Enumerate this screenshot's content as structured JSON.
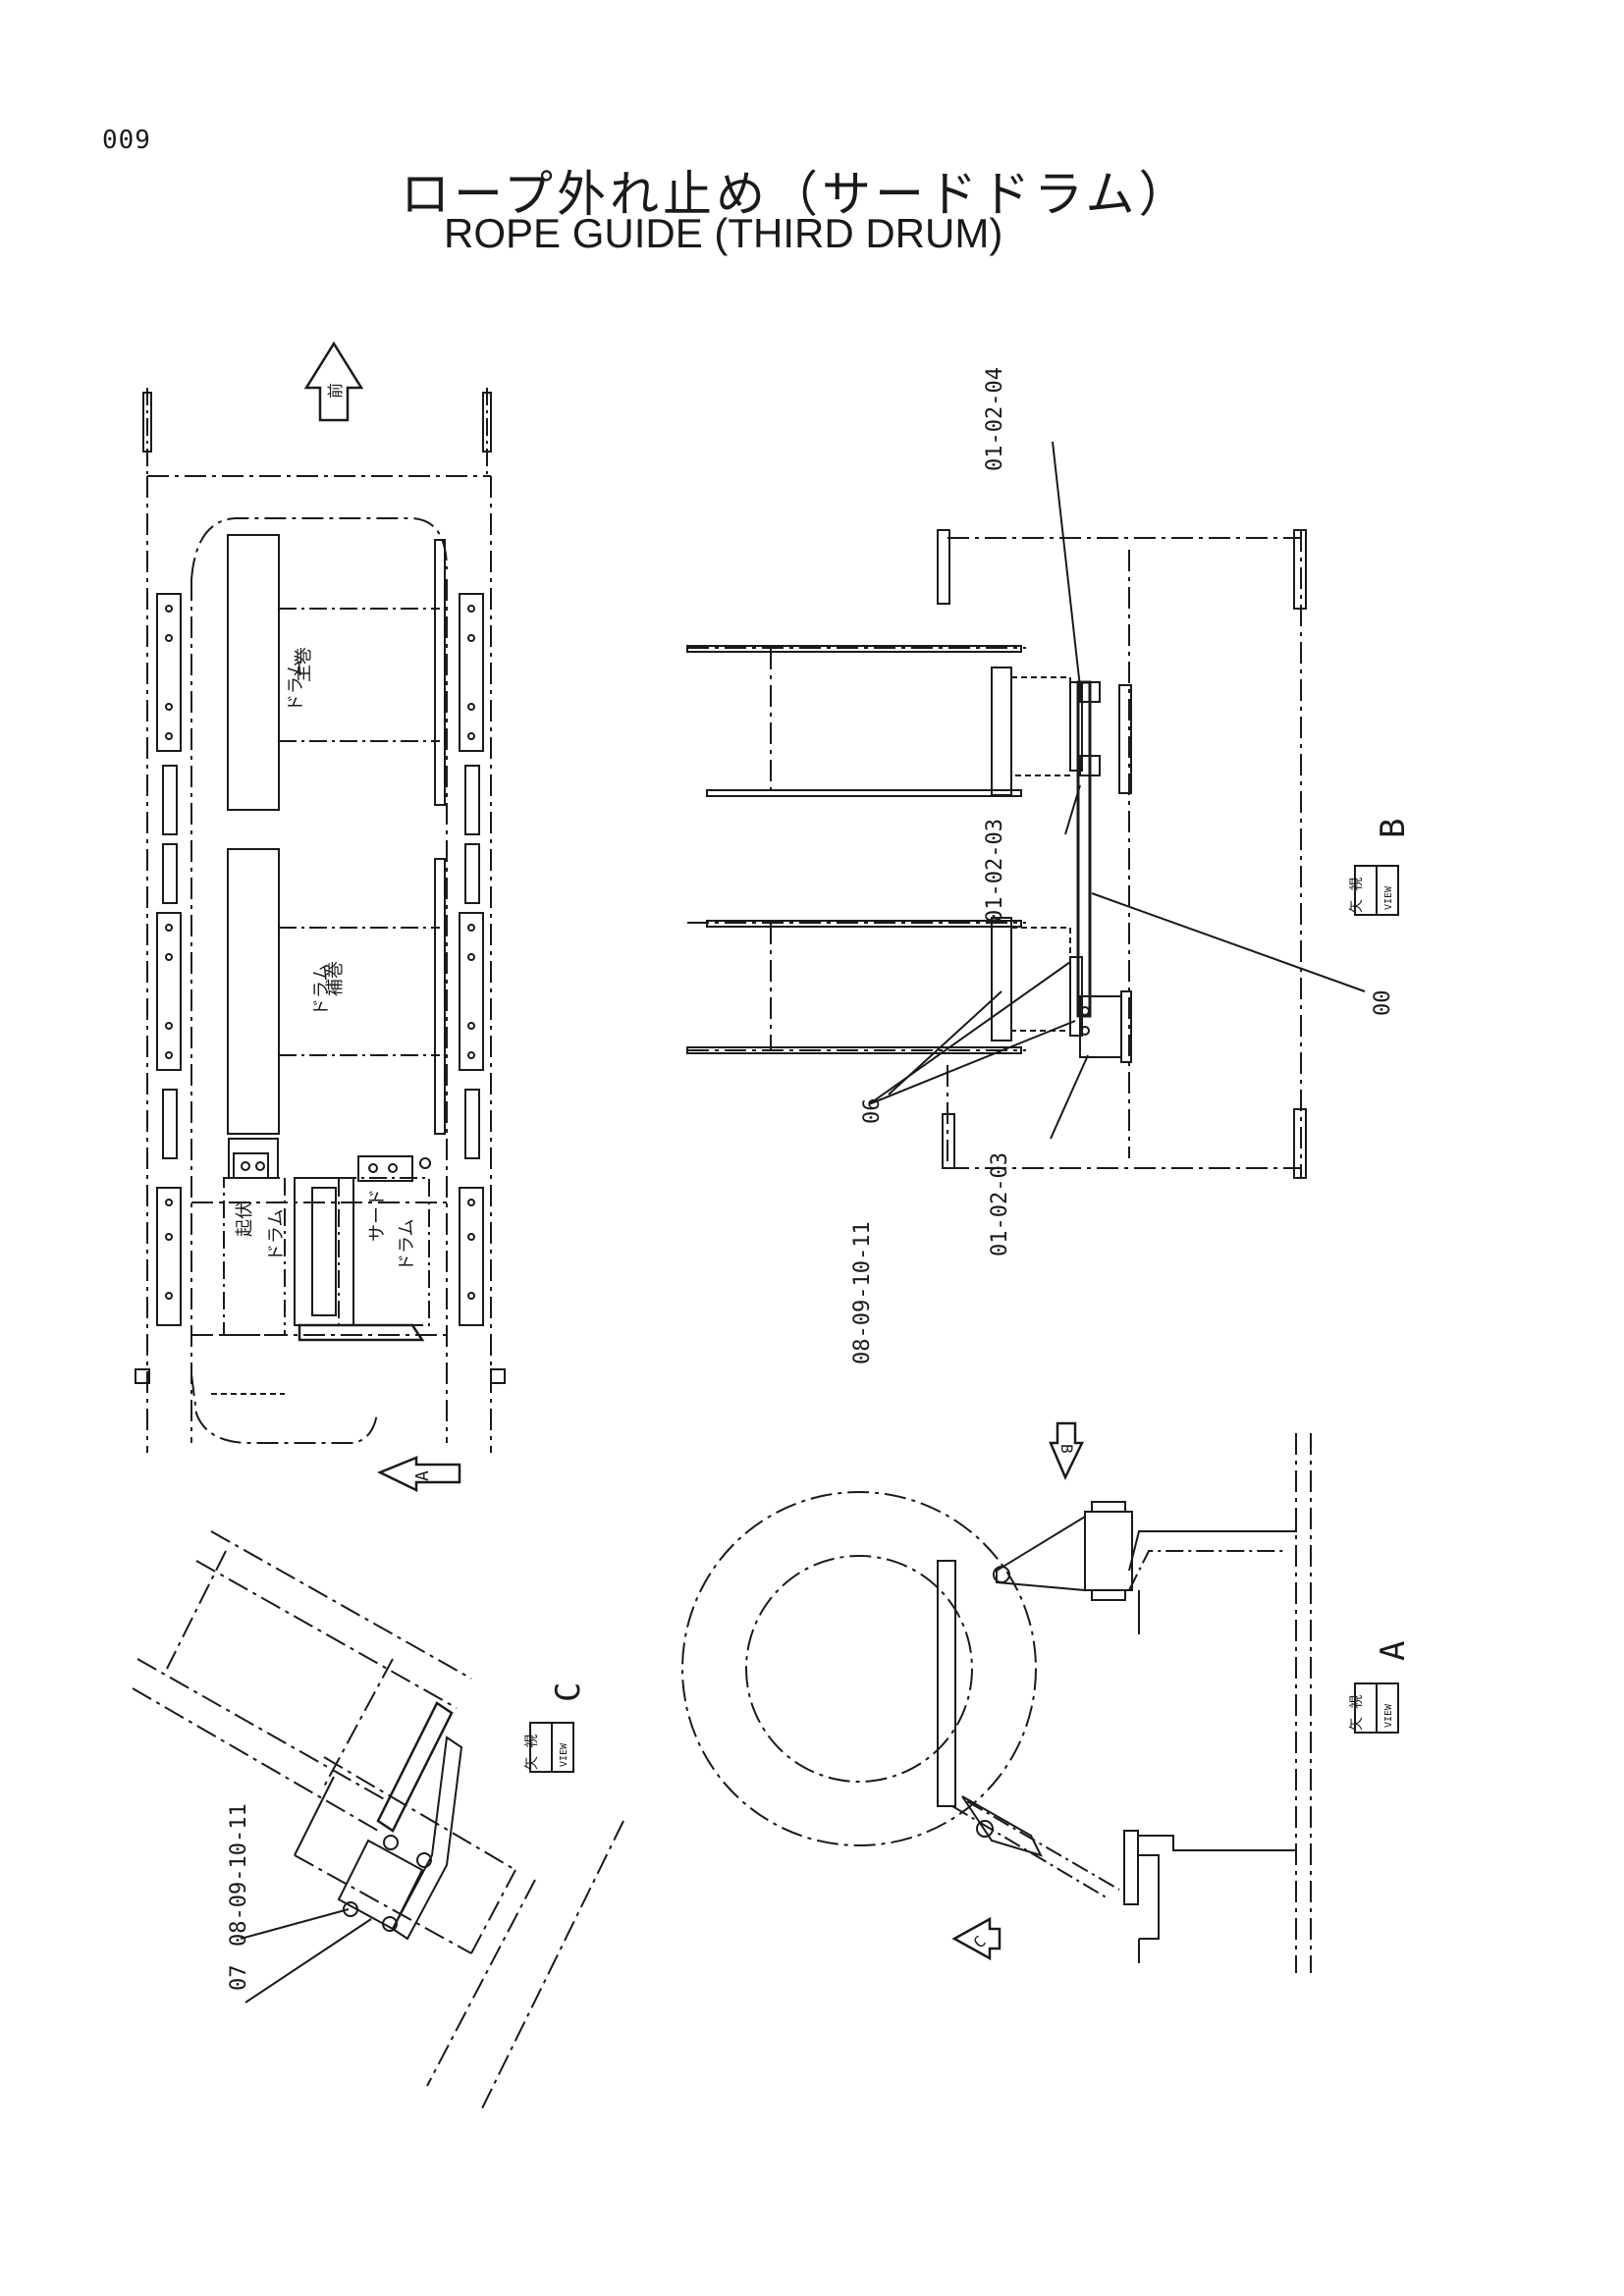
{
  "page_number": "009",
  "title_ja": "ロープ外れ止め（サードドラム）",
  "title_en": "ROPE GUIDE (THIRD DRUM)",
  "top_view": {
    "front_label": "前",
    "main_drum": "主巻\nドラム",
    "aux_drum": "補巻\nドラム",
    "boom_drum": "起伏\nドラム",
    "third_drum": "サード\nドラム",
    "view_a_marker": "A"
  },
  "view_b": {
    "box_ja": "矢 視",
    "box_view": "VIEW",
    "letter": "B",
    "callouts": [
      "01-02-04",
      "01-02-03",
      "00",
      "06",
      "08-09-10-11",
      "01-02-03"
    ]
  },
  "view_a": {
    "box_ja": "矢 視",
    "box_view": "VIEW",
    "letter": "A",
    "marker_b": "B",
    "marker_c": "C"
  },
  "view_c": {
    "box_ja": "矢 視",
    "box_view": "VIEW",
    "letter": "C",
    "callouts": [
      "08-09-10-11",
      "07"
    ]
  }
}
